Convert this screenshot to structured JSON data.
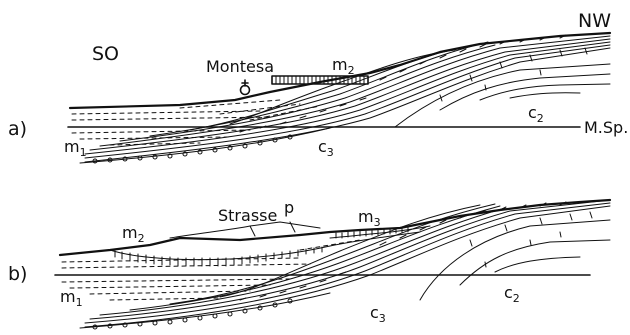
{
  "section_a": {
    "panel_label": "a)",
    "dir_left": "SO",
    "dir_right": "NW",
    "place": "Montesa",
    "unit_m2": "m",
    "unit_m2_sub": "2",
    "unit_m1": "m",
    "unit_m1_sub": "1",
    "unit_c3": "c",
    "unit_c3_sub": "3",
    "unit_c2": "c",
    "unit_c2_sub": "2",
    "sea_level": "M.Sp."
  },
  "section_b": {
    "panel_label": "b)",
    "road": "Strasse",
    "unit_p": "p",
    "unit_m2": "m",
    "unit_m2_sub": "2",
    "unit_m3": "m",
    "unit_m3_sub": "3",
    "unit_m1": "m",
    "unit_m1_sub": "1",
    "unit_c3": "c",
    "unit_c3_sub": "3",
    "unit_c2": "c",
    "unit_c2_sub": "2"
  },
  "colors": {
    "ink": "#111111",
    "paper": "#ffffff"
  }
}
